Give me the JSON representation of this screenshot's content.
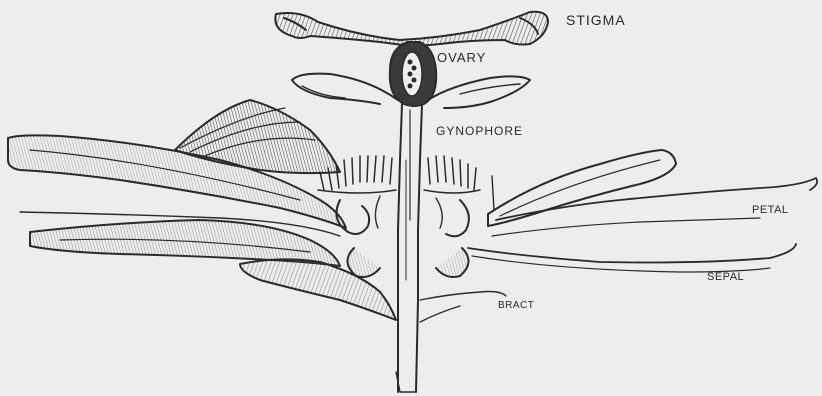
{
  "labels": {
    "stigma": "STIGMA",
    "ovary": "OVARY",
    "gynophore": "GYNOPHORE",
    "petal": "PETAL",
    "sepal": "SEPAL",
    "bract": "BRACT"
  },
  "colors": {
    "background": "#ededed",
    "ink": "#2a2a2a",
    "shade": "#8a8a8a"
  }
}
